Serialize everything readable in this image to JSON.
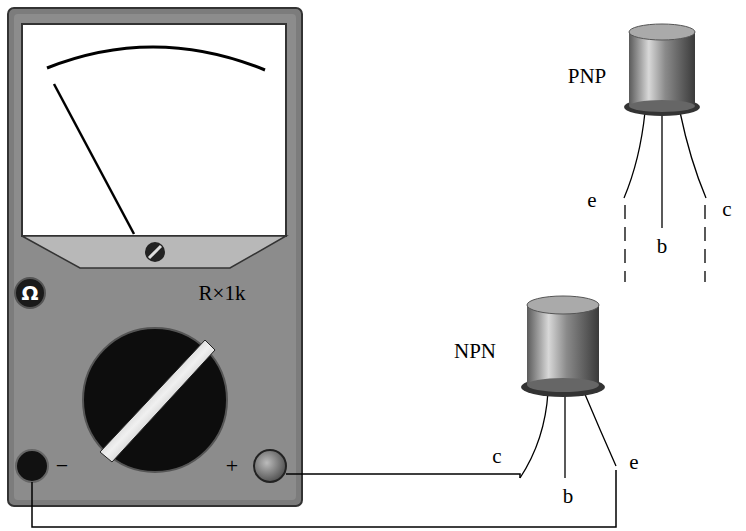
{
  "diagram": {
    "labels": [
      "Ω",
      "R×1k",
      "−",
      "+",
      "PNP",
      "e",
      "b",
      "c",
      "NPN",
      "c",
      "b",
      "e"
    ]
  }
}
